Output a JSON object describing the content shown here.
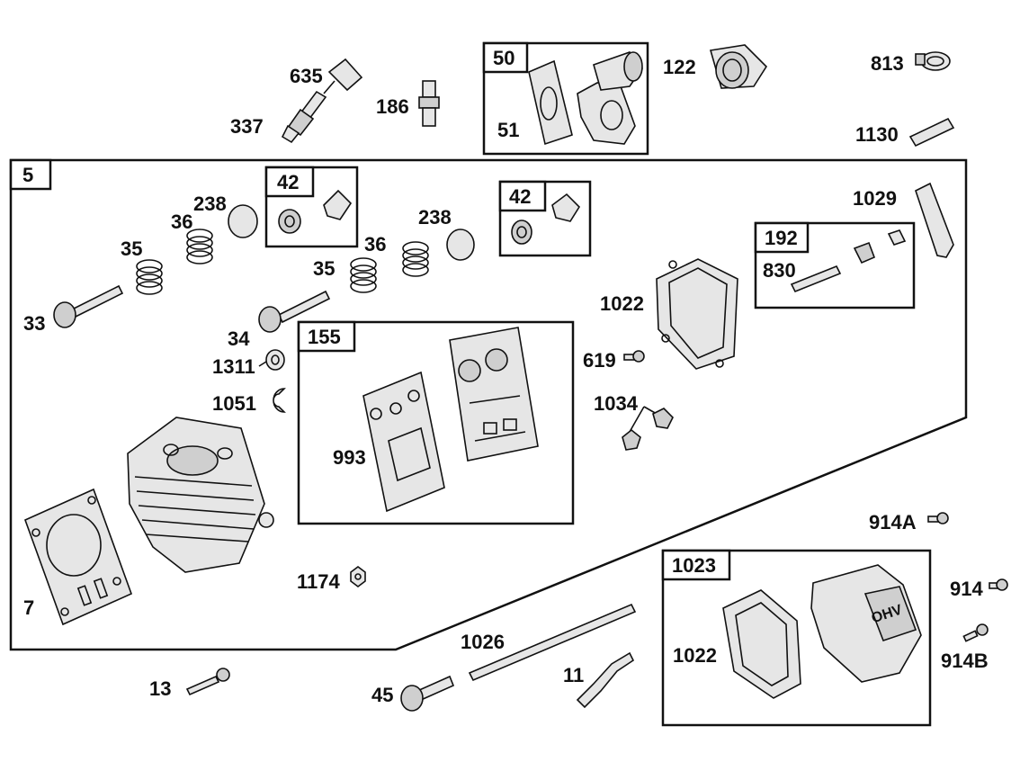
{
  "assemblies": {
    "main_kit": "5",
    "valve_seal_kit_a": "42",
    "valve_seal_kit_b": "42",
    "intake_kit": "50",
    "gasket_set": "155",
    "rocker_kit": "192",
    "cover_kit": "1023"
  },
  "labels": {
    "p635": "635",
    "p337": "337",
    "p186": "186",
    "p51": "51",
    "p122": "122",
    "p813": "813",
    "p1130": "1130",
    "p238a": "238",
    "p36a": "36",
    "p35a": "35",
    "p33": "33",
    "p238b": "238",
    "p36b": "36",
    "p35b": "35",
    "p34": "34",
    "p1311": "1311",
    "p1051": "1051",
    "p993": "993",
    "p1022a": "1022",
    "p619": "619",
    "p1034": "1034",
    "p1029": "1029",
    "p830": "830",
    "p7": "7",
    "p1174": "1174",
    "p914A": "914A",
    "p914": "914",
    "p914B": "914B",
    "p1022b": "1022",
    "p1026": "1026",
    "p11": "11",
    "p45": "45",
    "p13": "13"
  },
  "cover_emblem": "OHV"
}
